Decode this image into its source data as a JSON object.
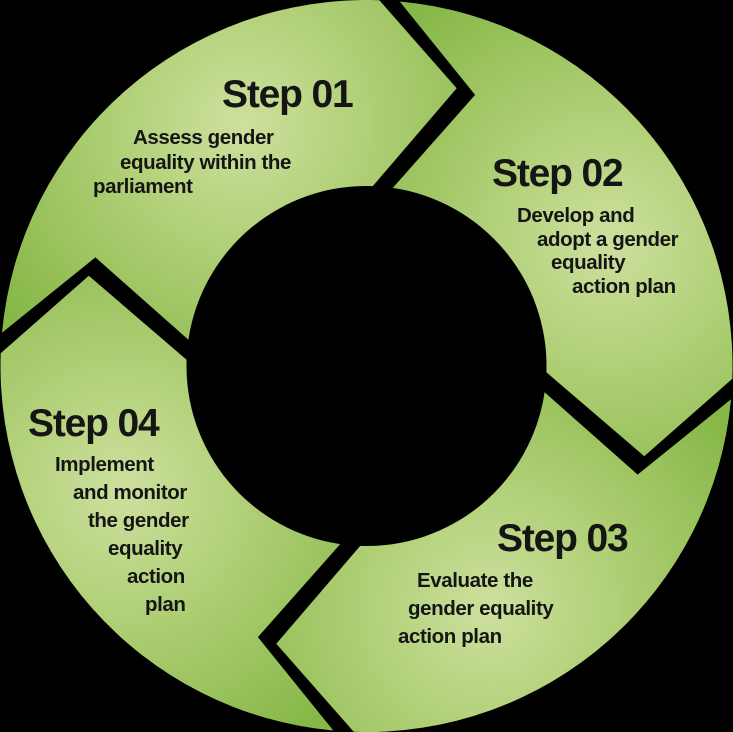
{
  "diagram": {
    "type": "cycle",
    "direction": "clockwise",
    "background_color": "#000000",
    "text_color": "#151515",
    "segment_gradient": {
      "light": "#cde09e",
      "mid": "#b3d17a",
      "dark": "#86b747"
    },
    "steps": [
      {
        "label": "Step 01",
        "description": "Assess gender equality within the parliament",
        "lines": [
          "Assess gender",
          "equality within the",
          "parliament"
        ]
      },
      {
        "label": "Step 02",
        "description": "Develop and adopt a gender equality action plan",
        "lines": [
          "Develop and",
          "adopt a gender",
          "equality",
          "action plan"
        ]
      },
      {
        "label": "Step 03",
        "description": "Evaluate the gender equality action plan",
        "lines": [
          "Evaluate the",
          "gender equality",
          "action plan"
        ]
      },
      {
        "label": "Step 04",
        "description": "Implement and monitor the gender equality action plan",
        "lines": [
          "Implement",
          "and monitor",
          "the gender",
          "equality",
          "action",
          "plan"
        ]
      }
    ]
  }
}
